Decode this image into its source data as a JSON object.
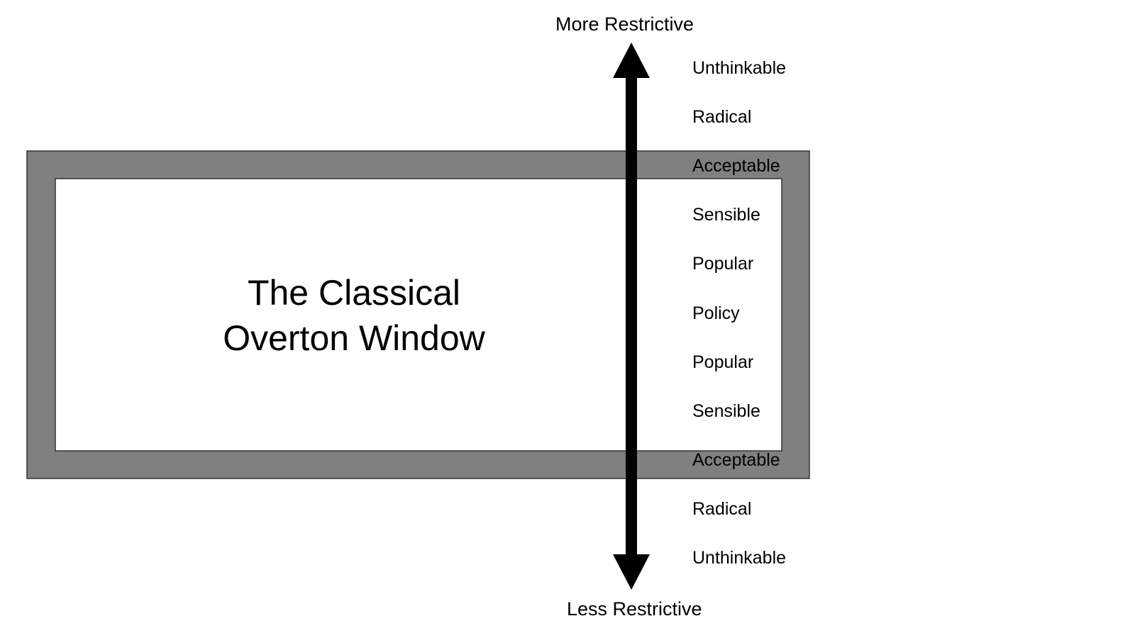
{
  "colors": {
    "frame": "#808080",
    "frame_border": "#333333",
    "inner": "#ffffff",
    "arrow": "#000000",
    "text": "#000000"
  },
  "title": {
    "line1": "The Classical",
    "line2": "Overton Window"
  },
  "axis": {
    "top_label": "More Restrictive",
    "bottom_label": "Less Restrictive"
  },
  "levels": [
    "Unthinkable",
    "Radical",
    "Acceptable",
    "Sensible",
    "Popular",
    "Policy",
    "Popular",
    "Sensible",
    "Acceptable",
    "Radical",
    "Unthinkable"
  ]
}
